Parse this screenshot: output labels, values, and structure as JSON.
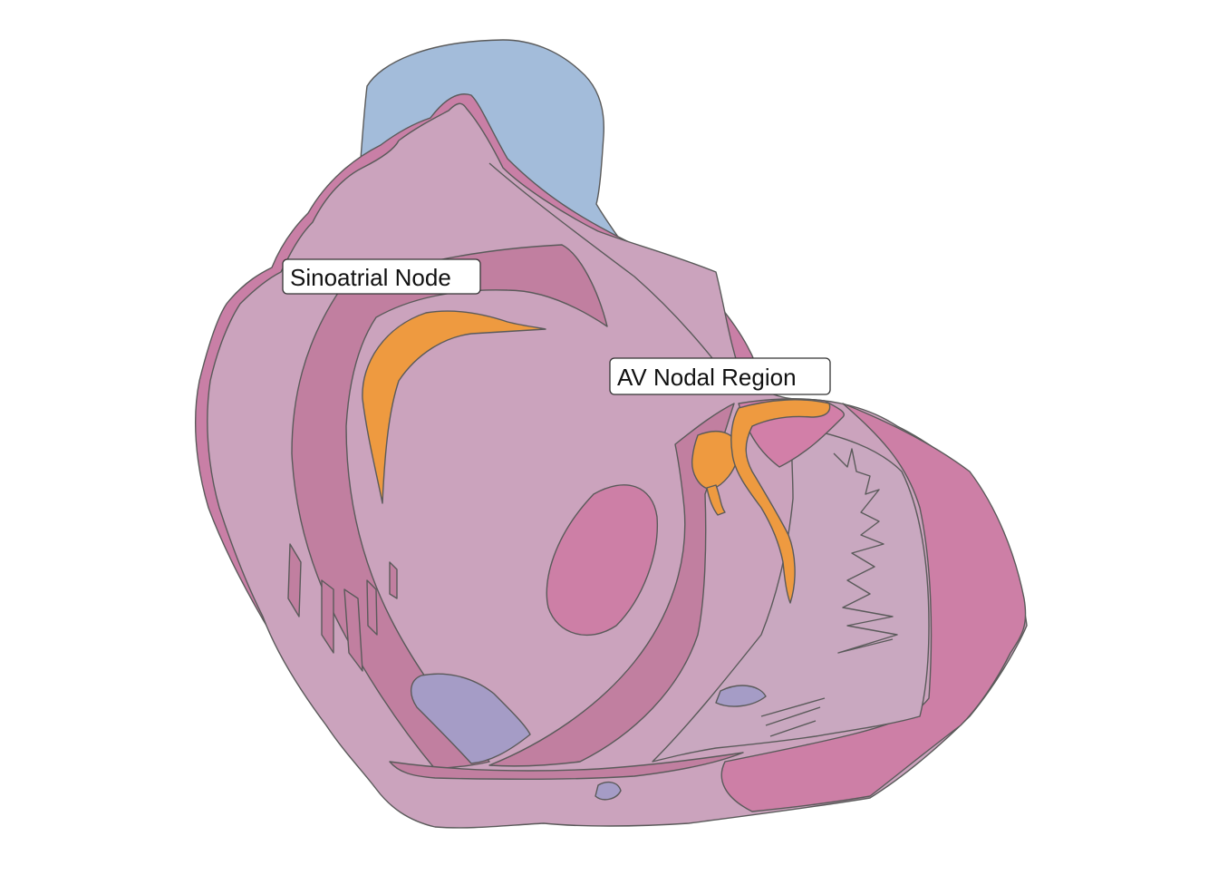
{
  "colors": {
    "background": "#ffffff",
    "heart_tissue": "#cba3bd",
    "heart_wall": "#c47fa0",
    "ventricle_wall": "#cd7fa6",
    "vessel_blue": "#a3bcda",
    "valve_purple": "#a59cc6",
    "conduction_orange": "#ee9a40",
    "outline": "#5a5a5a"
  },
  "icons": [
    "heart-anatomy-illustration"
  ],
  "labels": {
    "sa_node": "Sinoatrial Node",
    "av_node": "AV Nodal Region"
  }
}
